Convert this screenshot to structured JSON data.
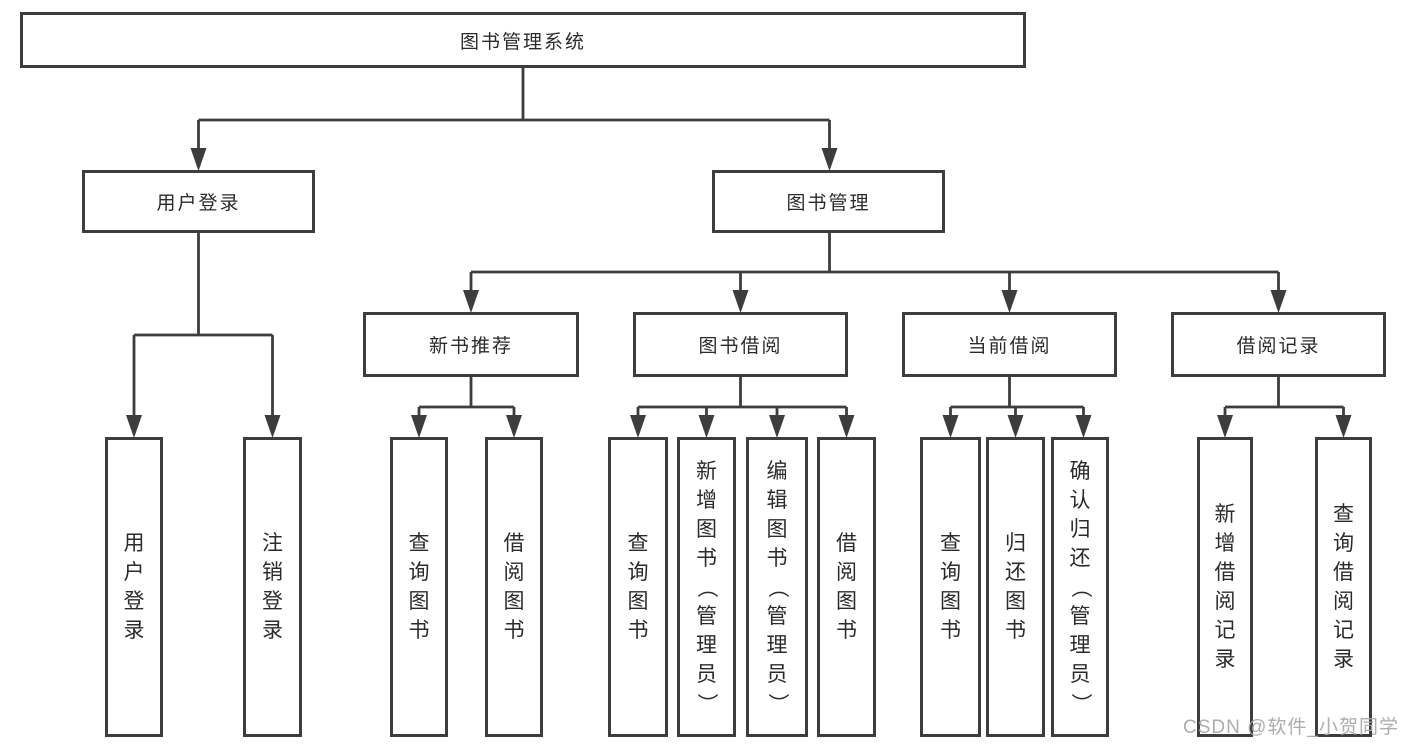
{
  "diagram_title": "图书管理系统",
  "tree": {
    "root": {
      "label": "图书管理系统",
      "children": [
        {
          "label": "用户登录",
          "children": [
            {
              "label": "用户登录"
            },
            {
              "label": "注销登录"
            }
          ]
        },
        {
          "label": "图书管理",
          "children": [
            {
              "label": "新书推荐",
              "children": [
                {
                  "label": "查询图书"
                },
                {
                  "label": "借阅图书"
                }
              ]
            },
            {
              "label": "图书借阅",
              "children": [
                {
                  "label": "查询图书"
                },
                {
                  "label": "新增图书（管理员）"
                },
                {
                  "label": "编辑图书（管理员）"
                },
                {
                  "label": "借阅图书"
                }
              ]
            },
            {
              "label": "当前借阅",
              "children": [
                {
                  "label": "查询图书"
                },
                {
                  "label": "归还图书"
                },
                {
                  "label": "确认归还（管理员）"
                }
              ]
            },
            {
              "label": "借阅记录",
              "children": [
                {
                  "label": "新增借阅记录"
                },
                {
                  "label": "查询借阅记录"
                }
              ]
            }
          ]
        }
      ]
    }
  },
  "watermark": "CSDN @软件_小贺同学",
  "colors": {
    "line": "#3d3d3d",
    "box_border": "#3d3d3d",
    "text": "#2b2b2b",
    "watermark": "#a8a9ac",
    "background": "#ffffff"
  }
}
